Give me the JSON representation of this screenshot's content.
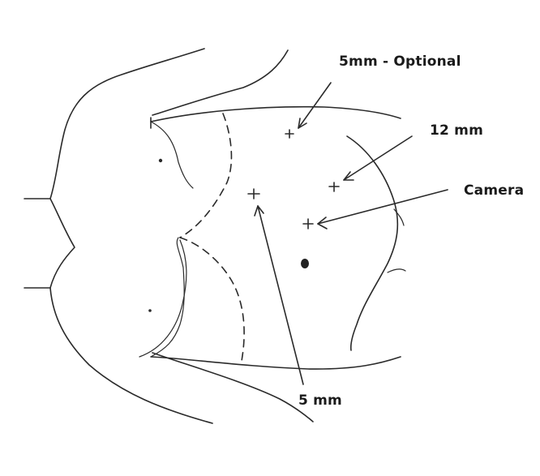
{
  "labels": {
    "optional_port": "5mm - Optional",
    "port_12mm": "12 mm",
    "camera_port": "Camera",
    "port_5mm": "5 mm"
  },
  "colors": {
    "ink": "#2a2a2a",
    "background": "#ffffff"
  }
}
